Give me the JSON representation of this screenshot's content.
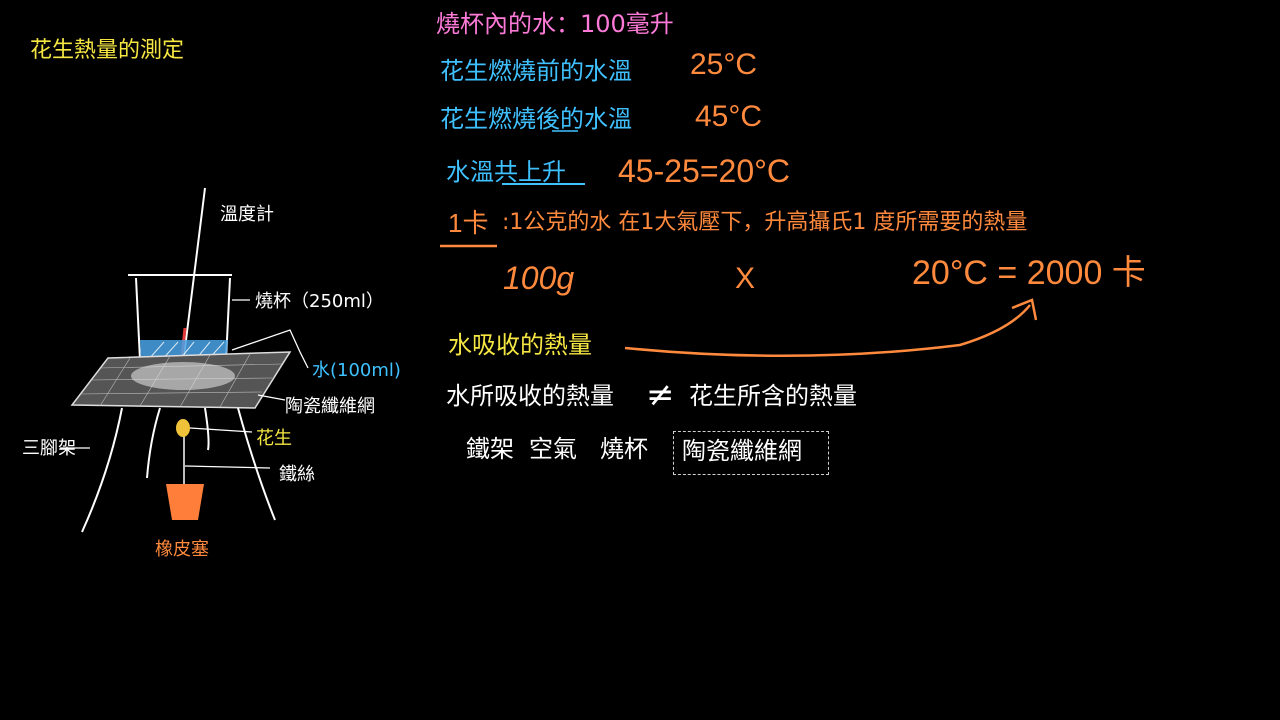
{
  "title": "花生熱量的測定",
  "apparatus": {
    "thermometer": "溫度計",
    "beaker": "燒杯（250ml）",
    "water": "水(100ml)",
    "gauze": "陶瓷纖維網",
    "tripod": "三腳架",
    "peanut": "花生",
    "wire": "鐵絲",
    "stopper": "橡皮塞"
  },
  "notes": {
    "water_volume": "燒杯內的水：100毫升",
    "temp_before_label": "花生燃燒前的水溫",
    "temp_before_value": "25°C",
    "temp_after_label": "花生燃燒後的水溫",
    "temp_after_value": "45°C",
    "temp_rise_label": "水溫共上升",
    "temp_rise_calc": "45-25=20°C",
    "calorie_def_unit": "1卡",
    "calorie_def_text": ":1公克的水 在1大氣壓下，升高攝氏1 度所需要的熱量",
    "calc_mass": "100g",
    "calc_times": "X",
    "calc_result": "20°C = 2000 卡",
    "water_heat_label": "水吸收的熱量",
    "comparison_left": "水所吸收的熱量",
    "comparison_sign": "≠",
    "comparison_right": "花生所含的熱量",
    "loss_items": [
      "鐵架",
      "空氣",
      "燒杯"
    ],
    "loss_selected": "陶瓷纖維網"
  },
  "colors": {
    "yellow": "#f5e642",
    "pink": "#ff7ad9",
    "blue": "#3fc1ff",
    "orange": "#ff8a3d",
    "white": "#ffffff"
  }
}
